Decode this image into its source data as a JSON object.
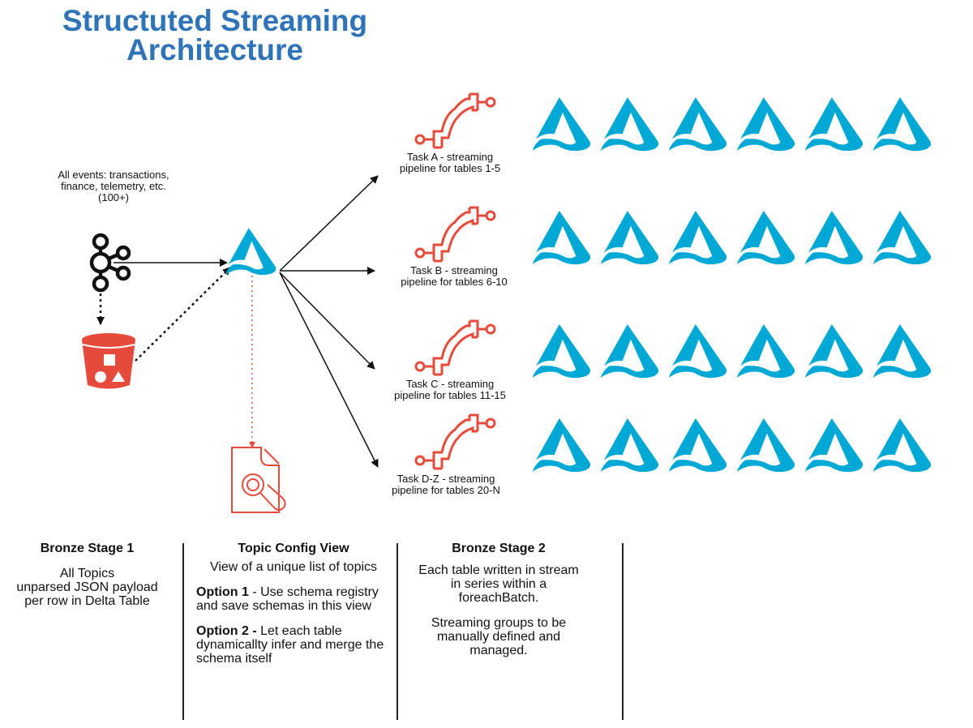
{
  "title": {
    "line1": "Structuted Streaming",
    "line2": "Architecture"
  },
  "colors": {
    "title": "#2f74b8",
    "delta": "#00a8d6",
    "red": "#e64a3b",
    "line": "#111111"
  },
  "source": {
    "label_lines": [
      "All events: transactions,",
      "finance, telemetry, etc.",
      "(100+)"
    ],
    "icon": "kafka-icon"
  },
  "storage": {
    "icon": "s3-bucket-icon"
  },
  "hub": {
    "icon": "delta-lake-icon"
  },
  "config_view": {
    "icon": "document-search-icon"
  },
  "tasks": [
    {
      "line1": "Task A - streaming",
      "line2": "pipeline for tables 1-5",
      "icon": "pipeline-icon",
      "tables": 6
    },
    {
      "line1": "Task B - streaming",
      "line2": "pipeline for tables 6-10",
      "icon": "pipeline-icon",
      "tables": 6
    },
    {
      "line1": "Task C - streaming",
      "line2": "pipeline for tables 11-15",
      "icon": "pipeline-icon",
      "tables": 6
    },
    {
      "line1": "Task D-Z - streaming",
      "line2": "pipeline for tables 20-N",
      "icon": "pipeline-icon",
      "tables": 6
    }
  ],
  "columns": [
    {
      "heading": "Bronze Stage 1",
      "body": [
        "All Topics",
        "unparsed JSON payload",
        "per row in Delta Table"
      ]
    },
    {
      "heading": "Topic Config View",
      "intro": "View of a unique list of topics",
      "option1_label": "Option 1",
      "option1_text": " - Use schema registry and save schemas in this view",
      "option2_label": "Option 2 -",
      "option2_text": " Let each table dynamicallty infer and merge the schema itself"
    },
    {
      "heading": "Bronze Stage 2",
      "para1": "Each table written in stream in series within a foreachBatch.",
      "para2": "Streaming groups to be manually defined and managed."
    }
  ]
}
